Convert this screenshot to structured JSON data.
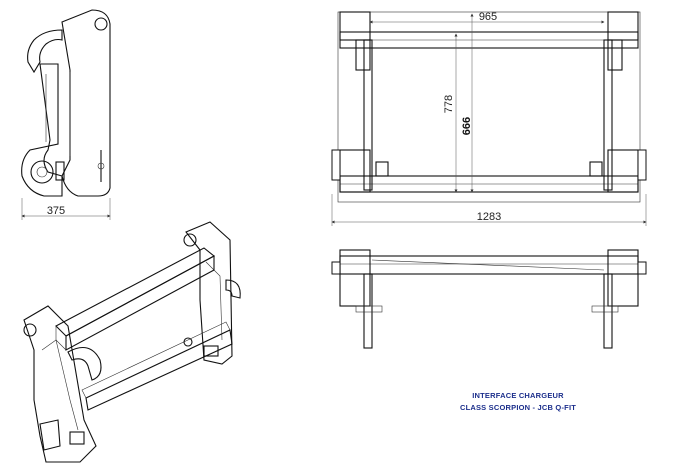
{
  "dimensions": {
    "side_width": "375",
    "top_width": "965",
    "height_outer": "778",
    "height_inner": "666",
    "overall_width": "1283"
  },
  "caption": {
    "line1": "INTERFACE CHARGEUR",
    "line2": "CLASS SCORPION - JCB Q-FIT"
  },
  "colors": {
    "caption": "#1c2f8c",
    "line": "#111111"
  }
}
